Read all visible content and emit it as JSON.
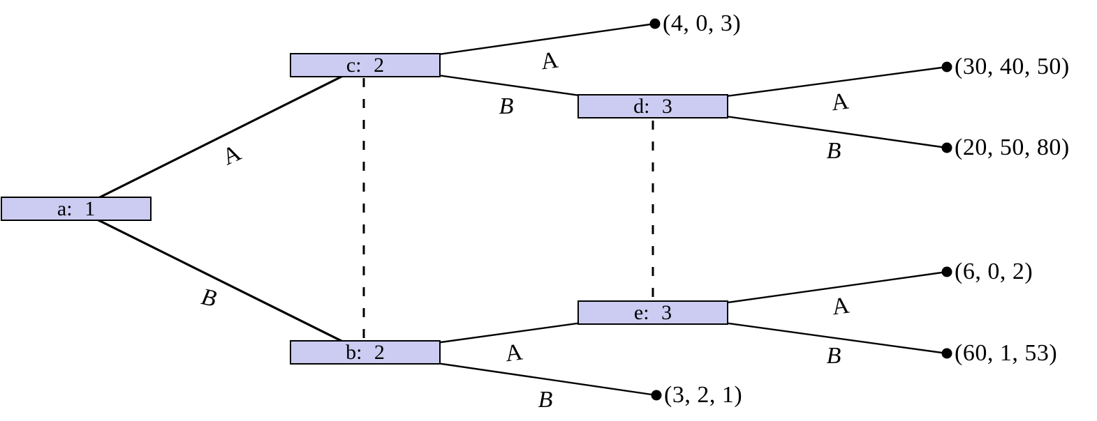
{
  "diagram": {
    "type": "extensive-form-game-tree",
    "nodes": [
      {
        "id": "a",
        "label": "a: 1",
        "player": "1"
      },
      {
        "id": "c",
        "label": "c: 2",
        "player": "2"
      },
      {
        "id": "b",
        "label": "b: 2",
        "player": "2"
      },
      {
        "id": "d",
        "label": "d: 3",
        "player": "3"
      },
      {
        "id": "e",
        "label": "e: 3",
        "player": "3"
      }
    ],
    "edge_labels": [
      {
        "from": "a",
        "action": "A",
        "to": "c"
      },
      {
        "from": "a",
        "action": "B",
        "to": "b"
      },
      {
        "from": "c",
        "action": "A",
        "to": "leaf (4, 0, 3)"
      },
      {
        "from": "c",
        "action": "B",
        "to": "d"
      },
      {
        "from": "d",
        "action": "A",
        "to": "leaf (30, 40, 50)"
      },
      {
        "from": "d",
        "action": "B",
        "to": "leaf (20, 50, 80)"
      },
      {
        "from": "b",
        "action": "A",
        "to": "e"
      },
      {
        "from": "b",
        "action": "B",
        "to": "leaf (3, 2, 1)"
      },
      {
        "from": "e",
        "action": "A",
        "to": "leaf (6, 0, 2)"
      },
      {
        "from": "e",
        "action": "B",
        "to": "leaf (60, 1, 53)"
      }
    ],
    "leaves": [
      {
        "payoff": "(4, 0, 3)"
      },
      {
        "payoff": "(30, 40, 50)"
      },
      {
        "payoff": "(20, 50, 80)"
      },
      {
        "payoff": "(6, 0, 2)"
      },
      {
        "payoff": "(60, 1, 53)"
      },
      {
        "payoff": "(3, 2, 1)"
      }
    ],
    "information_sets": [
      {
        "members": [
          "c",
          "b"
        ],
        "style": "dashed"
      },
      {
        "members": [
          "d",
          "e"
        ],
        "style": "dashed"
      }
    ],
    "colors": {
      "node_fill": "#ccccf2",
      "node_border": "#000000",
      "edge": "#000000",
      "background": "#ffffff"
    }
  }
}
